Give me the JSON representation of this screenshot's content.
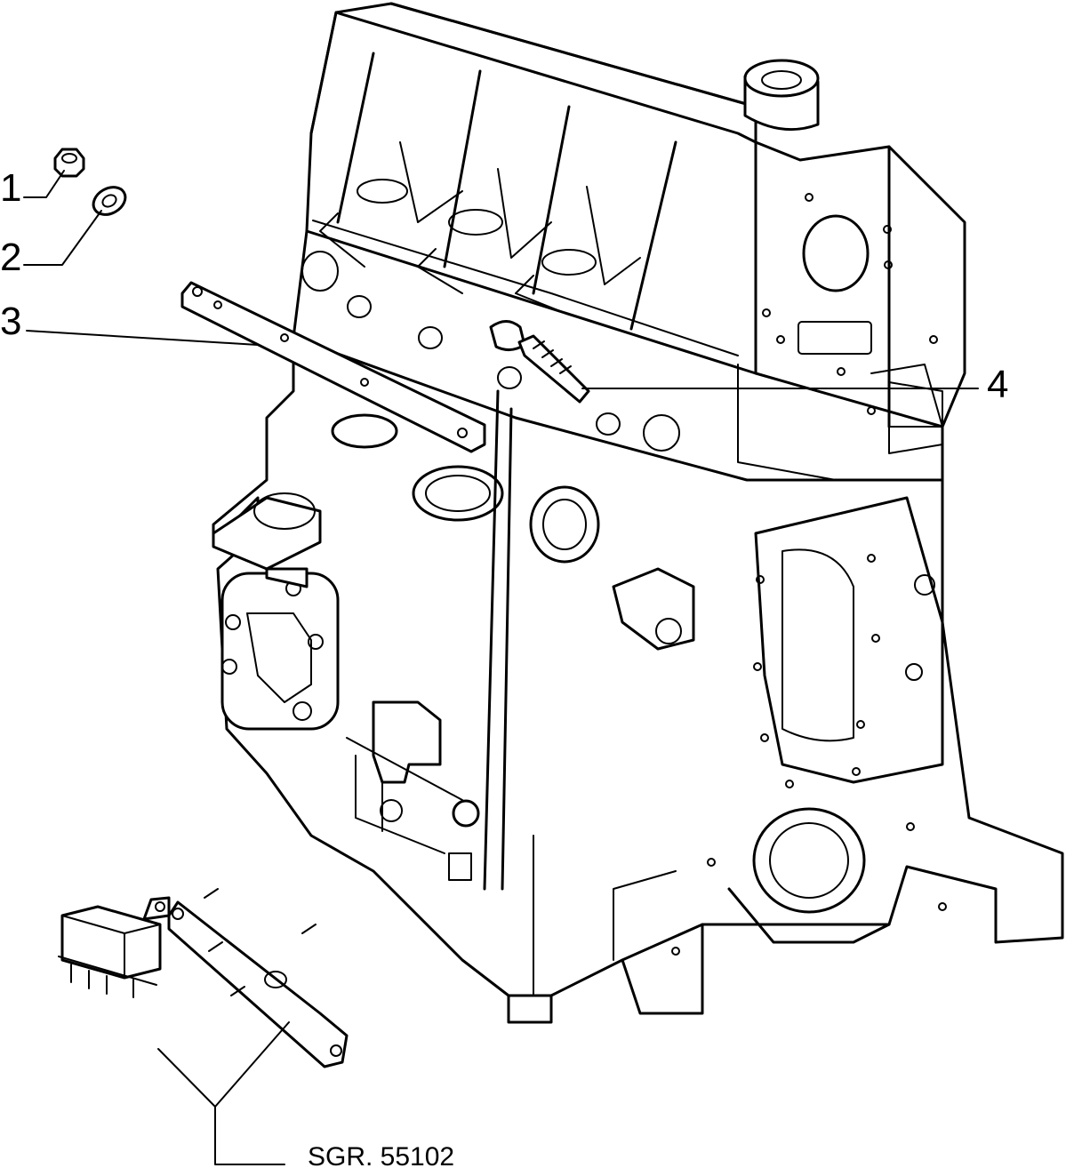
{
  "callouts": [
    {
      "number": "1",
      "part": "nut"
    },
    {
      "number": "2",
      "part": "washer"
    },
    {
      "number": "3",
      "part": "bracket-strip"
    },
    {
      "number": "4",
      "part": "bolt"
    }
  ],
  "reference": {
    "text": "SGR. 55102",
    "parts": [
      "relay",
      "relay-mounting-bracket"
    ]
  },
  "colors": {
    "line": "#000000",
    "background": "#ffffff"
  }
}
